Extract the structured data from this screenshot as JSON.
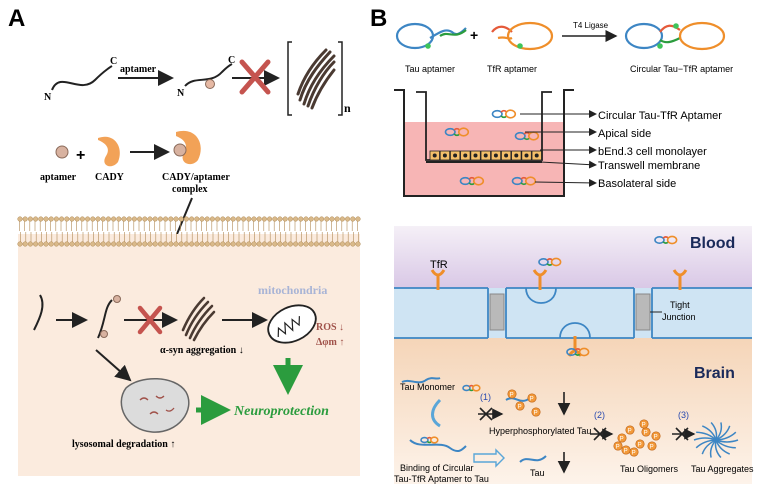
{
  "panel_a": {
    "letter": "A",
    "top_row": {
      "n_label": "N",
      "c_label": "C",
      "arrow_label": "aptamer",
      "n_label_2": "N",
      "c_label_2": "C",
      "subscript": "n"
    },
    "cady_row": {
      "aptamer_label": "aptamer",
      "plus": "+",
      "cady_label": "CADY",
      "complex_label_1": "CADY/aptamer",
      "complex_label_2": "complex"
    },
    "cell": {
      "mito_title": "mitochondria",
      "aggregation_label": "α-syn aggregation ↓",
      "ros_label": "ROS ↓",
      "dphi_label": "Δφm ↑",
      "lysosomal_label": "lysosomal degradation ↑",
      "neuroprotection_label": "Neuroprotection"
    }
  },
  "panel_b": {
    "letter": "B",
    "synthesis": {
      "tau_aptamer": "Tau aptamer",
      "plus": "+",
      "tfr_aptamer": "TfR aptamer",
      "ligase": "T4 Ligase",
      "circular": "Circular Tau−TfR aptamer"
    },
    "transwell": {
      "labels": [
        "Circular Tau-TfR Aptamer",
        "Apical side",
        "bEnd.3 cell monolayer",
        "Transwell membrane",
        "Basolateral side"
      ]
    },
    "bbb": {
      "blood": "Blood",
      "brain": "Brain",
      "tfr": "TfR",
      "tight_junction_1": "Tight",
      "tight_junction_2": "Junction",
      "tau_monomer": "Tau Monomer",
      "step1": "(1)",
      "step2": "(2)",
      "step3": "(3)",
      "hyperphos": "Hyperphosphorylated Tau",
      "binding_1": "Binding of Circular",
      "binding_2": "Tau-TfR Aptamer to Tau",
      "tau": "Tau",
      "oligomers": "Tau Oligomers",
      "aggregates": "Tau Aggregates",
      "p": "P"
    }
  }
}
